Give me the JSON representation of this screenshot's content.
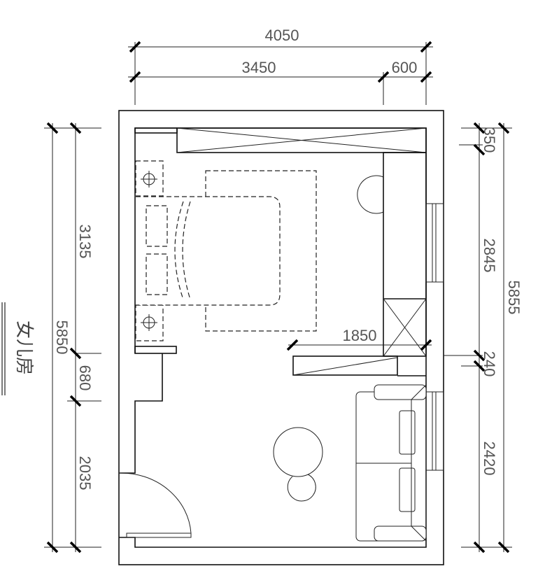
{
  "title": "女儿房",
  "dimensions": {
    "top_total": "4050",
    "top_left": "3450",
    "top_right": "600",
    "left_total": "5850",
    "left_top": "3135",
    "left_mid": "680",
    "left_bottom": "2035",
    "right_total": "5855",
    "right_1": "350",
    "right_2": "2845",
    "right_3": "240",
    "right_4": "2420",
    "inner_width": "1850"
  }
}
